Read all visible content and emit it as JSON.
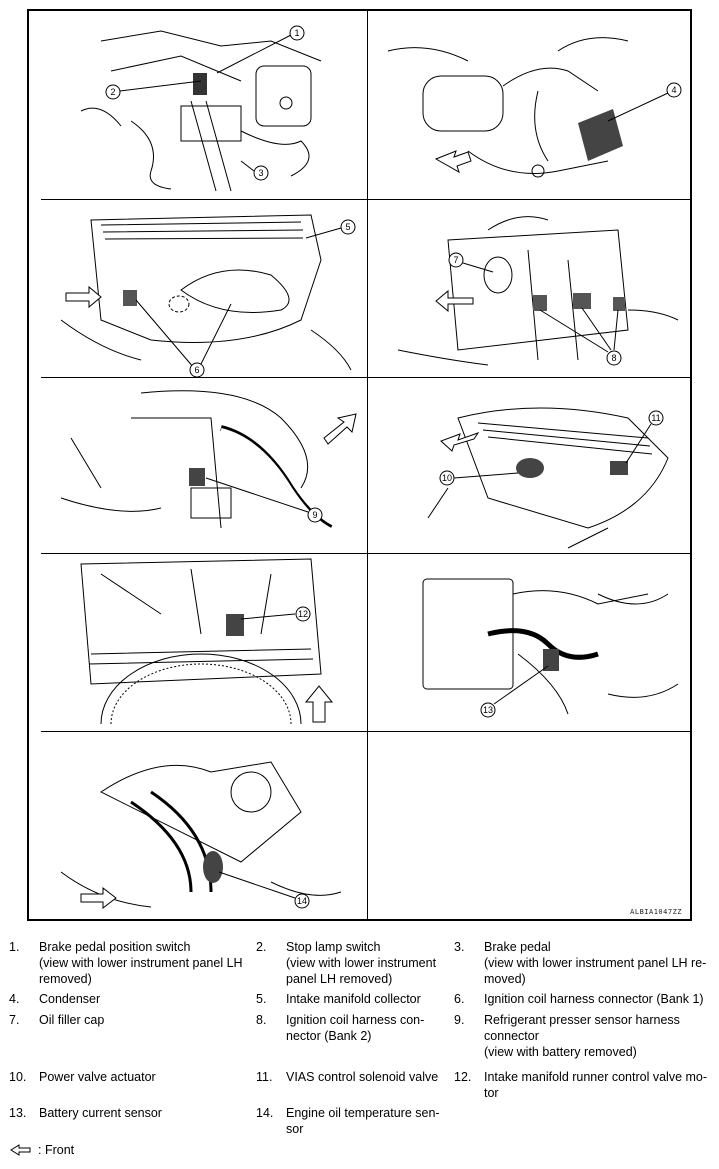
{
  "figure": {
    "code": "ALBIA1047ZZ",
    "panels": [
      {
        "callouts": [
          "1",
          "2",
          "3"
        ]
      },
      {
        "callouts": [
          "4"
        ]
      },
      {
        "callouts": [
          "5",
          "6"
        ]
      },
      {
        "callouts": [
          "7",
          "8"
        ]
      },
      {
        "callouts": [
          "9"
        ]
      },
      {
        "callouts": [
          "10",
          "11"
        ]
      },
      {
        "callouts": [
          "12"
        ]
      },
      {
        "callouts": [
          "13"
        ]
      },
      {
        "callouts": [
          "14"
        ]
      }
    ]
  },
  "legend": [
    {
      "num": "1.",
      "text": "Brake pedal position switch\n(view with lower instrument panel LH\nremoved)"
    },
    {
      "num": "2.",
      "text": "Stop lamp switch\n(view with lower instrument\npanel LH removed)"
    },
    {
      "num": "3.",
      "text": "Brake pedal\n(view with lower instrument panel LH re-\nmoved)"
    },
    {
      "num": "4.",
      "text": "Condenser"
    },
    {
      "num": "5.",
      "text": "Intake manifold collector"
    },
    {
      "num": "6.",
      "text": "Ignition coil harness connector (Bank 1)"
    },
    {
      "num": "7.",
      "text": "Oil filler cap"
    },
    {
      "num": "8.",
      "text": "Ignition coil harness con-\nnector (Bank 2)"
    },
    {
      "num": "9.",
      "text": "Refrigerant presser sensor harness\nconnector\n(view with battery removed)"
    },
    {
      "num": "10.",
      "text": "Power valve actuator"
    },
    {
      "num": "11.",
      "text": "VIAS control solenoid valve"
    },
    {
      "num": "12.",
      "text": "Intake manifold runner control valve mo-\ntor"
    },
    {
      "num": "13.",
      "text": "Battery current sensor"
    },
    {
      "num": "14.",
      "text": "Engine oil temperature sen-\nsor"
    }
  ],
  "front_note": {
    "icon": "front-arrow-icon",
    "text": ": Front"
  }
}
